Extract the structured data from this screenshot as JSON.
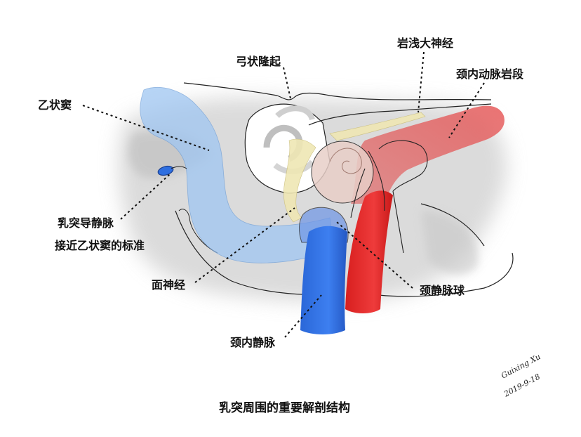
{
  "labels": {
    "sigmoid_sinus": "乙状窦",
    "arcuate_eminence": "弓状隆起",
    "gspn": "岩浅大神经",
    "ica_petrous": "颈内动脉岩段",
    "emissary_vein_line1": "乳突导静脉",
    "emissary_vein_line2": "接近乙状窦的标准",
    "facial_nerve": "面神经",
    "jugular_bulb": "颈静脉球",
    "ijv": "颈内静脉"
  },
  "caption": "乳突周围的重要解剖结构",
  "signature": {
    "name": "Guixing Xu",
    "date": "2019-9-18"
  },
  "colors": {
    "sinus_blue": "#9fc6f2",
    "vein_blue": "#2f6fe0",
    "artery_red": "#e02a2a",
    "artery_light": "#e88a8a",
    "nerve_yellow": "#efe7b4",
    "bone_gray": "#d9d9d9",
    "cochlea_pink": "#e8cfc8",
    "outline": "#222222"
  }
}
